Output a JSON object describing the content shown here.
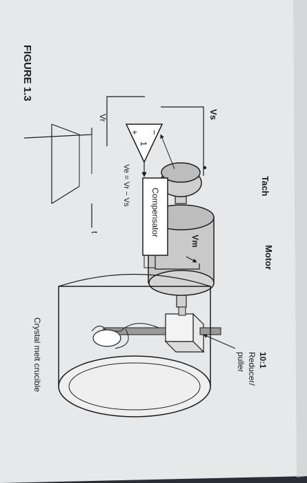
{
  "figure": {
    "caption": "FIGURE 1.3"
  },
  "labels": {
    "motor": "Motor",
    "tach": "Tach",
    "vs": "Vs",
    "vm": "Vm",
    "vr": "Vr",
    "t": "t",
    "amp_gain": "1",
    "amp_minus": "−",
    "amp_plus": "+",
    "compensator": "Compensator",
    "error_equation": "Ve = Vr − Vs",
    "reducer_ratio": "10:1",
    "reducer_line1": "Reducer/",
    "reducer_line2": "puller",
    "crucible": "Crystal melt crucible"
  },
  "colors": {
    "paper": "#e7e8e9",
    "ink": "#1c1c1c",
    "background": "#2a2d33",
    "motor_fill": "#c9c9c9",
    "crucible_fill": "#efefef"
  }
}
